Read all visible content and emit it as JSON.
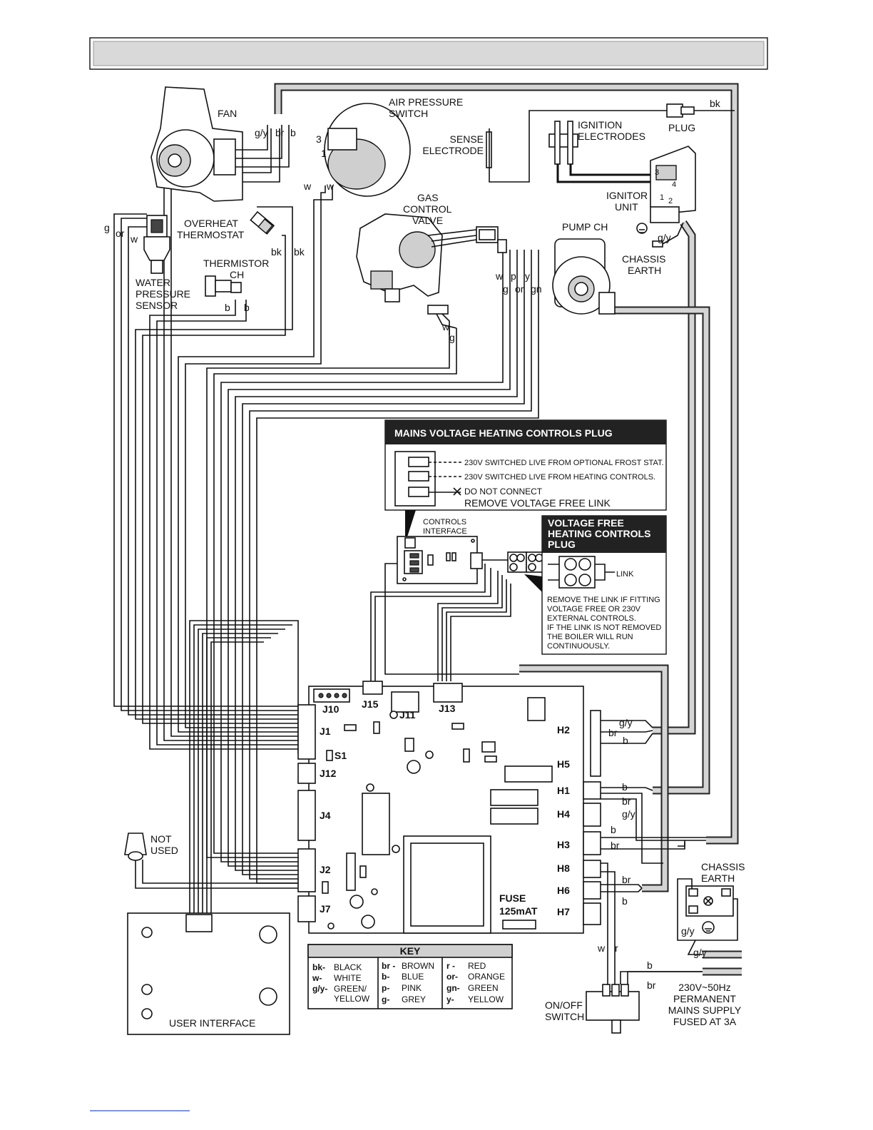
{
  "header": {
    "title": ""
  },
  "components": {
    "fan": "FAN",
    "air_pressure_switch": [
      "AIR PRESSURE",
      "SWITCH"
    ],
    "sense_electrode": [
      "SENSE",
      "ELECTRODE"
    ],
    "ignition_electrodes": [
      "IGNITION",
      "ELECTRODES"
    ],
    "plug": "PLUG",
    "ignitor_unit": [
      "IGNITOR",
      "UNIT"
    ],
    "gas_control_valve": [
      "GAS",
      "CONTROL",
      "VALVE"
    ],
    "pump_ch": "PUMP CH",
    "chassis_earth_top": [
      "CHASSIS",
      "EARTH"
    ],
    "overheat_thermostat": [
      "OVERHEAT",
      "THERMOSTAT"
    ],
    "thermistor_ch": [
      "THERMISTOR",
      "CH"
    ],
    "water_pressure_sensor": [
      "WATER",
      "PRESSURE",
      "SENSOR"
    ],
    "not_used": [
      "NOT",
      "USED"
    ],
    "user_interface": "USER INTERFACE",
    "controls_interface": [
      "CONTROLS",
      "INTERFACE"
    ],
    "chassis_earth_bottom": [
      "CHASSIS",
      "EARTH"
    ],
    "on_off_switch": [
      "ON/OFF",
      "SWITCH"
    ],
    "mains_supply": [
      "230V~50Hz",
      "PERMANENT",
      "MAINS SUPPLY",
      "FUSED AT 3A"
    ],
    "fuse": [
      "FUSE",
      "125mAT"
    ],
    "aps_pins": [
      "3",
      "1"
    ],
    "ignitor_pins": [
      "3",
      "4",
      "1",
      "2"
    ]
  },
  "wire_labels": {
    "fan": [
      "g/y",
      "br",
      "b"
    ],
    "aps": [
      "w",
      "w"
    ],
    "plug": "bk",
    "earth_top": "g/y",
    "wps": [
      "g",
      "or",
      "w"
    ],
    "thermostat": [
      "bk",
      "bk"
    ],
    "thermistor": [
      "b",
      "b"
    ],
    "gcv_top": [
      "w",
      "p",
      "y"
    ],
    "gcv_bottom": [
      "g",
      "or",
      "gn"
    ],
    "gcv_small": [
      "w",
      "g"
    ],
    "h2": [
      "g/y",
      "br",
      "b"
    ],
    "h1": [
      "b",
      "br",
      "g/y"
    ],
    "h3": [
      "b",
      "br"
    ],
    "h6": [
      "br",
      "b"
    ],
    "earth_bottom": "g/y",
    "switch": [
      "w",
      "r"
    ],
    "mains": [
      "g/y",
      "b",
      "br"
    ]
  },
  "mains_plug_box": {
    "title": "MAINS VOLTAGE HEATING CONTROLS PLUG",
    "lines": [
      "230V SWITCHED LIVE FROM OPTIONAL FROST STAT.",
      "230V SWITCHED LIVE FROM HEATING CONTROLS.",
      "DO NOT CONNECT",
      "REMOVE VOLTAGE FREE LINK"
    ]
  },
  "voltage_free_box": {
    "title": [
      "VOLTAGE FREE",
      "HEATING CONTROLS",
      "PLUG"
    ],
    "link_label": "LINK",
    "note": [
      "REMOVE THE LINK IF FITTING",
      "VOLTAGE FREE OR 230V",
      "EXTERNAL CONTROLS.",
      "IF THE LINK IS NOT REMOVED",
      "THE BOILER WILL RUN",
      "CONTINUOUSLY."
    ]
  },
  "pcb_connectors": {
    "j10": "J10",
    "j15": "J15",
    "j11": "J11",
    "j13": "J13",
    "j1": "J1",
    "s1": "S1",
    "j12": "J12",
    "j4": "J4",
    "j2": "J2",
    "j7": "J7",
    "h2": "H2",
    "h5": "H5",
    "h1": "H1",
    "h4": "H4",
    "h3": "H3",
    "h8": "H8",
    "h6": "H6",
    "h7": "H7"
  },
  "key": {
    "title": "KEY",
    "col1": [
      [
        "bk-",
        "BLACK"
      ],
      [
        "w-",
        "WHITE"
      ],
      [
        "g/y-",
        "GREEN/"
      ],
      [
        "",
        "YELLOW"
      ]
    ],
    "col2": [
      [
        "br -",
        "BROWN"
      ],
      [
        "b-",
        "BLUE"
      ],
      [
        "p-",
        "PINK"
      ],
      [
        "g-",
        "GREY"
      ]
    ],
    "col3": [
      [
        "r -",
        "RED"
      ],
      [
        "or-",
        "ORANGE"
      ],
      [
        "gn-",
        "GREEN"
      ],
      [
        "y-",
        "YELLOW"
      ]
    ]
  },
  "colors": {
    "cable_fill": "#d4d4d4",
    "line": "#111111",
    "panel_dark": "#222222"
  }
}
